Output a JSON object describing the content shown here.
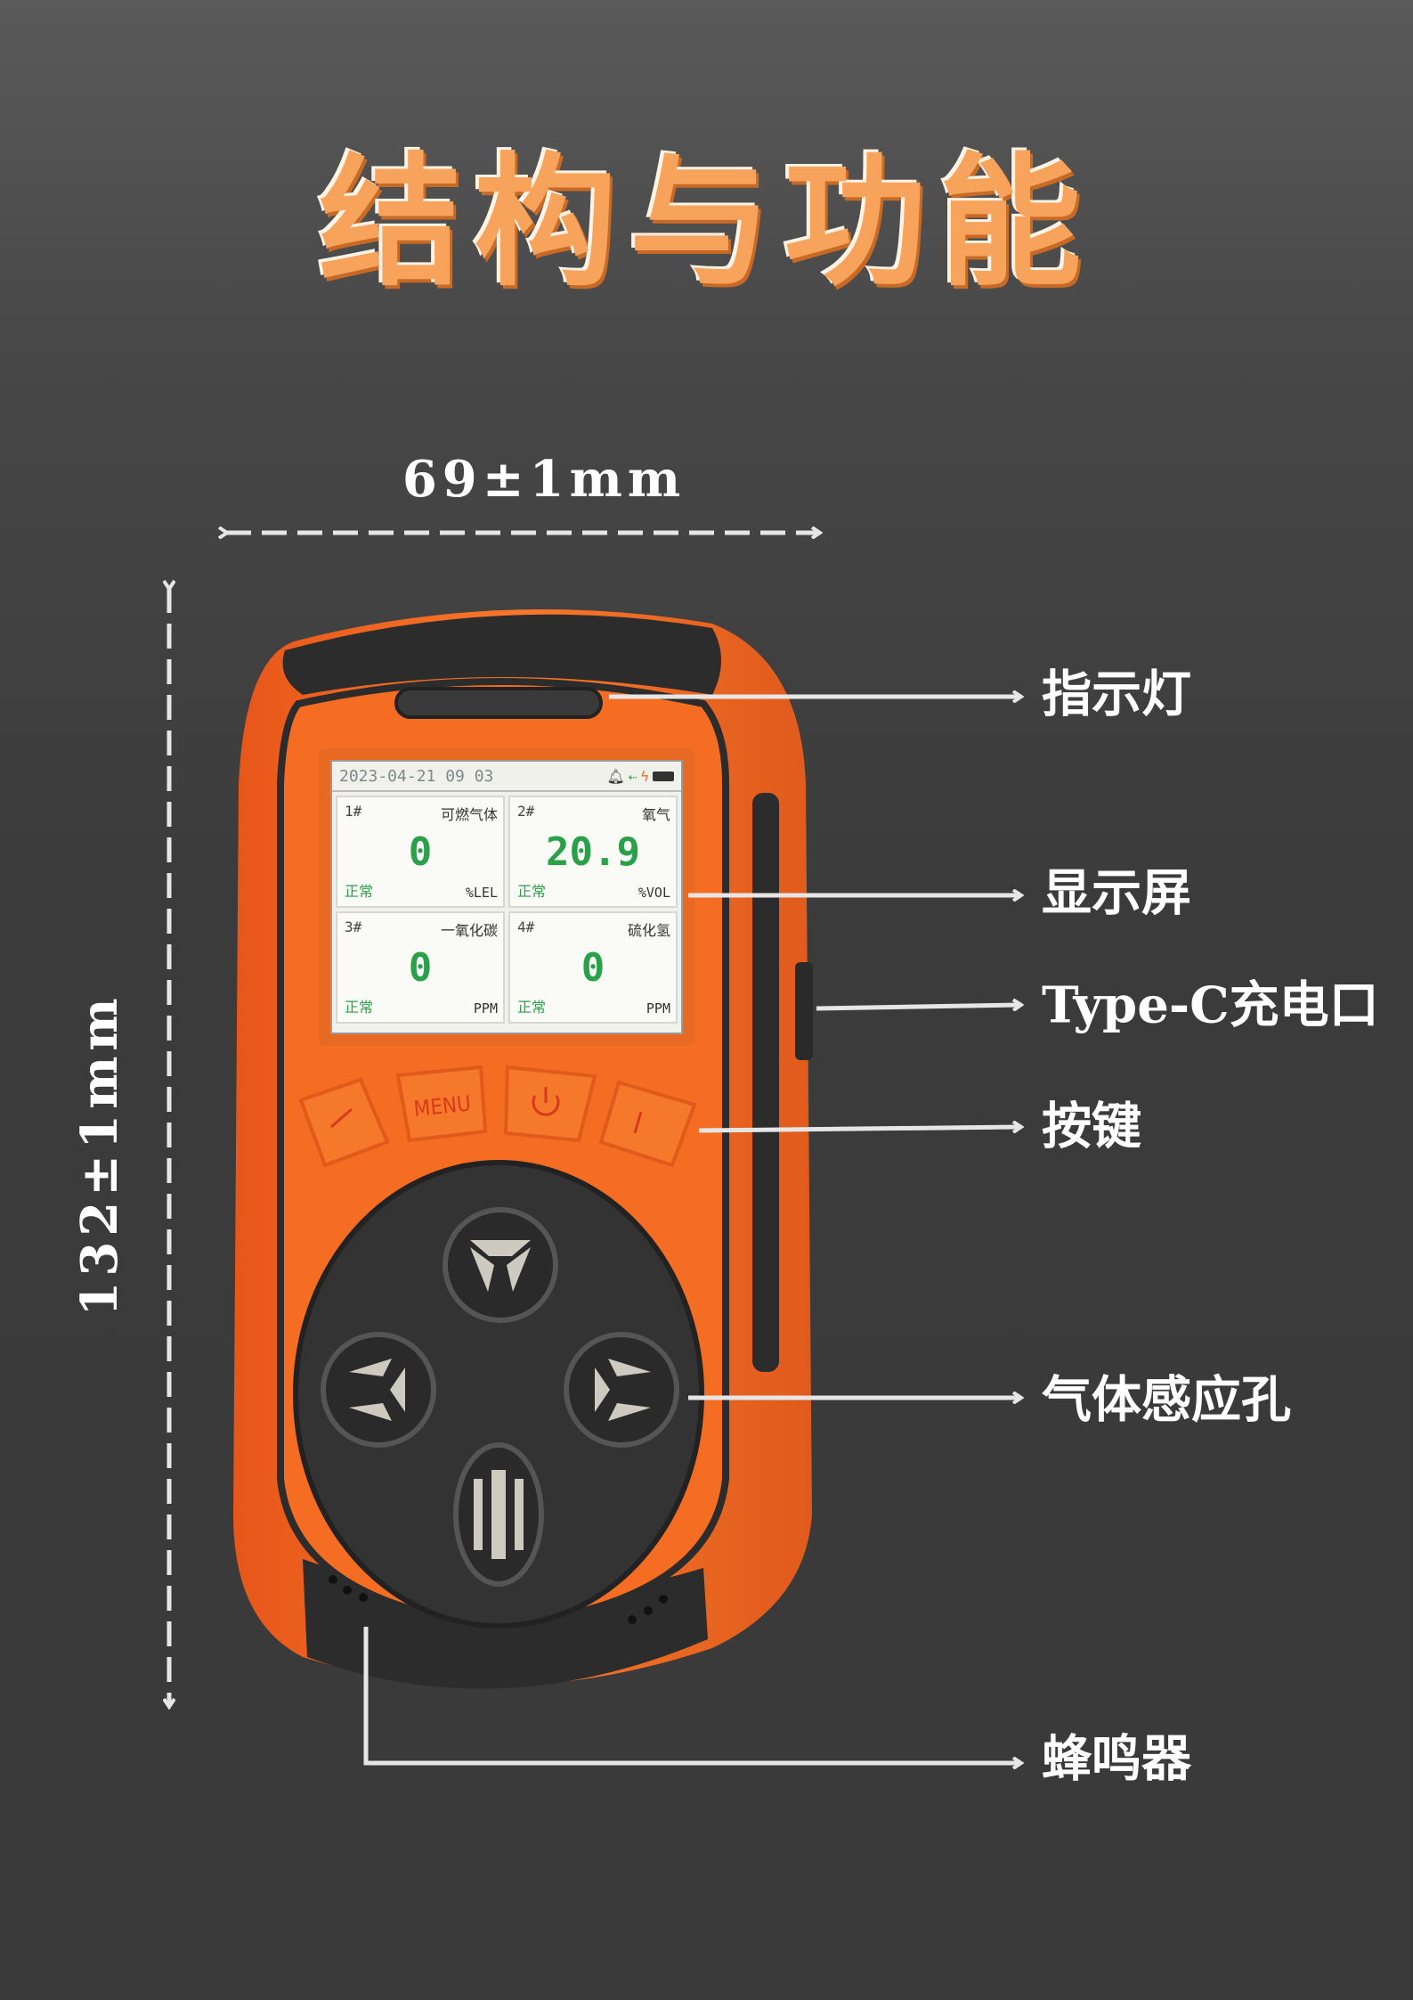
{
  "title": "结构与功能",
  "dimensions": {
    "width": "69±1mm",
    "height": "132±1mm"
  },
  "labels": {
    "indicator": "指示灯",
    "display": "显示屏",
    "typec": "Type-C充电口",
    "buttons": "按键",
    "sensor": "气体感应孔",
    "buzzer": "蜂鸣器"
  },
  "screen": {
    "datetime": "2023-04-21 09 03",
    "cells": [
      {
        "num": "1#",
        "gas": "可燃气体",
        "value": "0",
        "status": "正常",
        "unit": "%LEL"
      },
      {
        "num": "2#",
        "gas": "氧气",
        "value": "20.9",
        "status": "正常",
        "unit": "%VOL"
      },
      {
        "num": "3#",
        "gas": "一氧化碳",
        "value": "0",
        "status": "正常",
        "unit": "PPM"
      },
      {
        "num": "4#",
        "gas": "硫化氢",
        "value": "0",
        "status": "正常",
        "unit": "PPM"
      }
    ]
  },
  "keys": {
    "menu": "MENU"
  },
  "colors": {
    "title": "#f7a35c",
    "body": "#f26a1f",
    "value_green": "#2aa04a"
  }
}
